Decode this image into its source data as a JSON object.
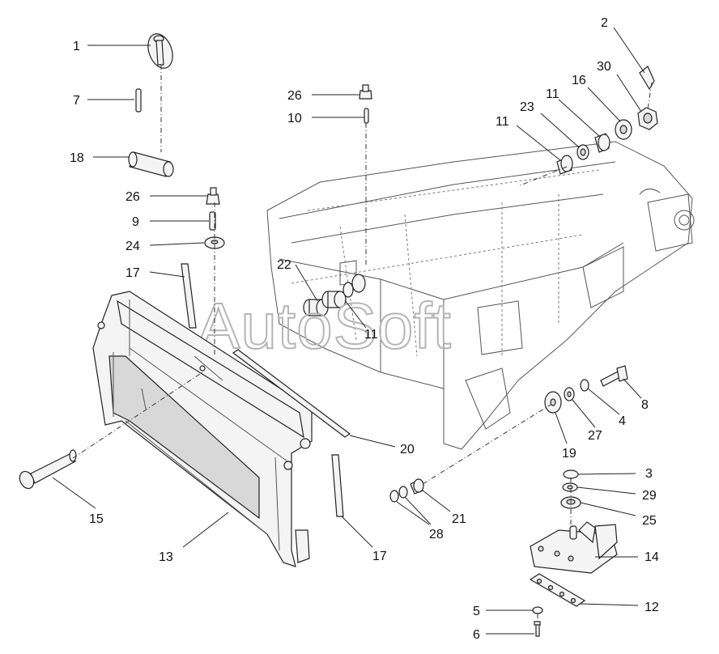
{
  "watermark": "AutoSoft",
  "callouts": [
    {
      "id": "c1",
      "label": "1"
    },
    {
      "id": "c7",
      "label": "7"
    },
    {
      "id": "c18",
      "label": "18"
    },
    {
      "id": "c26a",
      "label": "26"
    },
    {
      "id": "c9",
      "label": "9"
    },
    {
      "id": "c24",
      "label": "24"
    },
    {
      "id": "c17a",
      "label": "17"
    },
    {
      "id": "c26b",
      "label": "26"
    },
    {
      "id": "c10",
      "label": "10"
    },
    {
      "id": "c22",
      "label": "22"
    },
    {
      "id": "c11a",
      "label": "11"
    },
    {
      "id": "c2",
      "label": "2"
    },
    {
      "id": "c30",
      "label": "30"
    },
    {
      "id": "c16",
      "label": "16"
    },
    {
      "id": "c11b",
      "label": "11"
    },
    {
      "id": "c23",
      "label": "23"
    },
    {
      "id": "c11c",
      "label": "11"
    },
    {
      "id": "c8",
      "label": "8"
    },
    {
      "id": "c4",
      "label": "4"
    },
    {
      "id": "c27",
      "label": "27"
    },
    {
      "id": "c19",
      "label": "19"
    },
    {
      "id": "c20",
      "label": "20"
    },
    {
      "id": "c15",
      "label": "15"
    },
    {
      "id": "c13",
      "label": "13"
    },
    {
      "id": "c17b",
      "label": "17"
    },
    {
      "id": "c21",
      "label": "21"
    },
    {
      "id": "c28",
      "label": "28"
    },
    {
      "id": "c3",
      "label": "3"
    },
    {
      "id": "c29",
      "label": "29"
    },
    {
      "id": "c25",
      "label": "25"
    },
    {
      "id": "c14",
      "label": "14"
    },
    {
      "id": "c12",
      "label": "12"
    },
    {
      "id": "c5",
      "label": "5"
    },
    {
      "id": "c6",
      "label": "6"
    }
  ]
}
